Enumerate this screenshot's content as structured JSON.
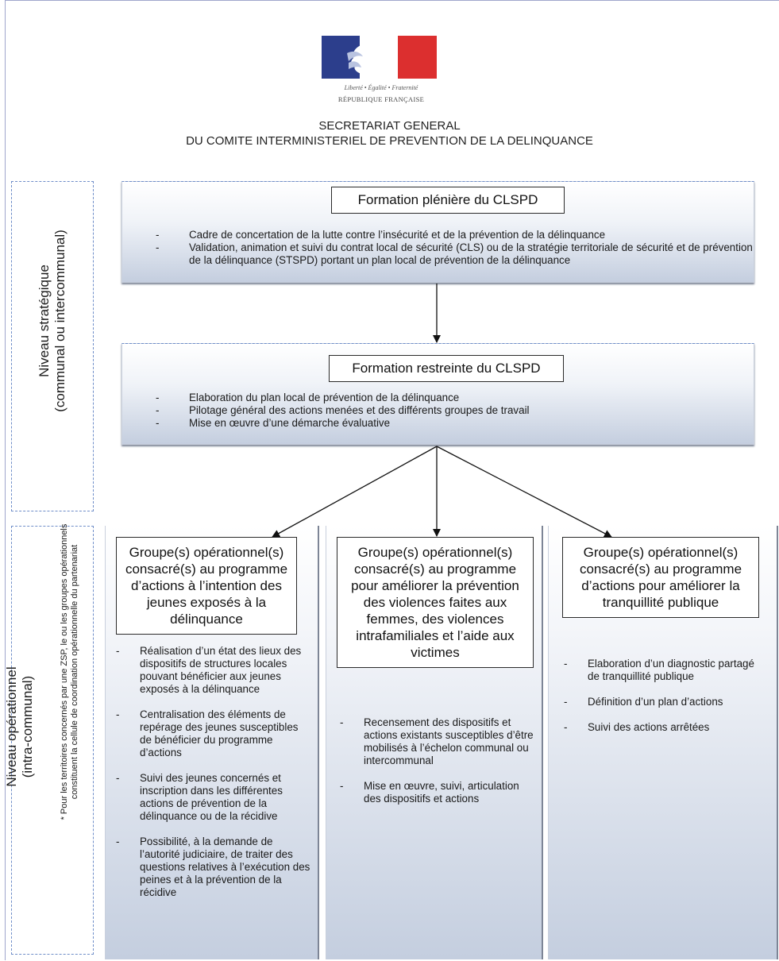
{
  "logo": {
    "motto": "Liberté • Égalité • Fraternité",
    "country": "RÉPUBLIQUE FRANÇAISE"
  },
  "header": {
    "line1": "SECRETARIAT GENERAL",
    "line2": "DU COMITE INTERMINISTERIEL DE PREVENTION DE LA DELINQUANCE"
  },
  "levels": {
    "strategic": {
      "line1": "Niveau stratégique",
      "line2": "(communal ou intercommunal)"
    },
    "operational": {
      "line1": "Niveau opérationnel",
      "line2": "(intra-communal)",
      "note_line1": "* Pour les territoires concernés par une ZSP, le ou les groupes opérationnels",
      "note_line2": "constituent la cellule de coordination opérationnelle du partenariat"
    }
  },
  "pleniere": {
    "title": "Formation plénière du CLSPD",
    "items": [
      "Cadre de concertation de la lutte contre l’insécurité et de la prévention de la délinquance",
      "Validation, animation et suivi du contrat local de sécurité (CLS) ou de la stratégie territoriale de sécurité et de prévention de la délinquance (STSPD) portant un plan local de prévention de la délinquance"
    ]
  },
  "restreinte": {
    "title": "Formation restreinte du CLSPD",
    "items": [
      "Elaboration du plan local de prévention de la délinquance",
      "Pilotage général des actions menées et des différents groupes de travail",
      "Mise en œuvre d’une démarche évaluative"
    ]
  },
  "groups": [
    {
      "title": "Groupe(s) opérationnel(s) consacré(s) au programme d’actions à l’intention des jeunes exposés à la délinquance",
      "items": [
        "Réalisation d’un état des lieux des dispositifs de structures locales pouvant bénéficier aux jeunes exposés à la délinquance",
        "Centralisation des éléments de repérage des jeunes susceptibles de bénéficier du programme d’actions",
        "Suivi des jeunes concernés et inscription dans les différentes actions de prévention de la délinquance ou de la récidive",
        "Possibilité, à la demande de l’autorité judiciaire, de traiter des questions relatives à l’exécution des peines et à la prévention de la récidive"
      ]
    },
    {
      "title": "Groupe(s) opérationnel(s) consacré(s) au programme pour améliorer la prévention des violences faites aux femmes, des violences intrafamiliales et l’aide aux victimes",
      "items": [
        "Recensement des dispositifs et actions existants susceptibles d’être mobilisés à l’échelon communal ou intercommunal",
        "Mise en œuvre, suivi, articulation des dispositifs et actions"
      ]
    },
    {
      "title": "Groupe(s) opérationnel(s) consacré(s) au programme d’actions pour améliorer la tranquillité publique",
      "items": [
        "Elaboration d’un diagnostic partagé de tranquillité publique",
        "Définition d’un plan d’actions",
        "Suivi des actions arrêtées"
      ]
    }
  ]
}
